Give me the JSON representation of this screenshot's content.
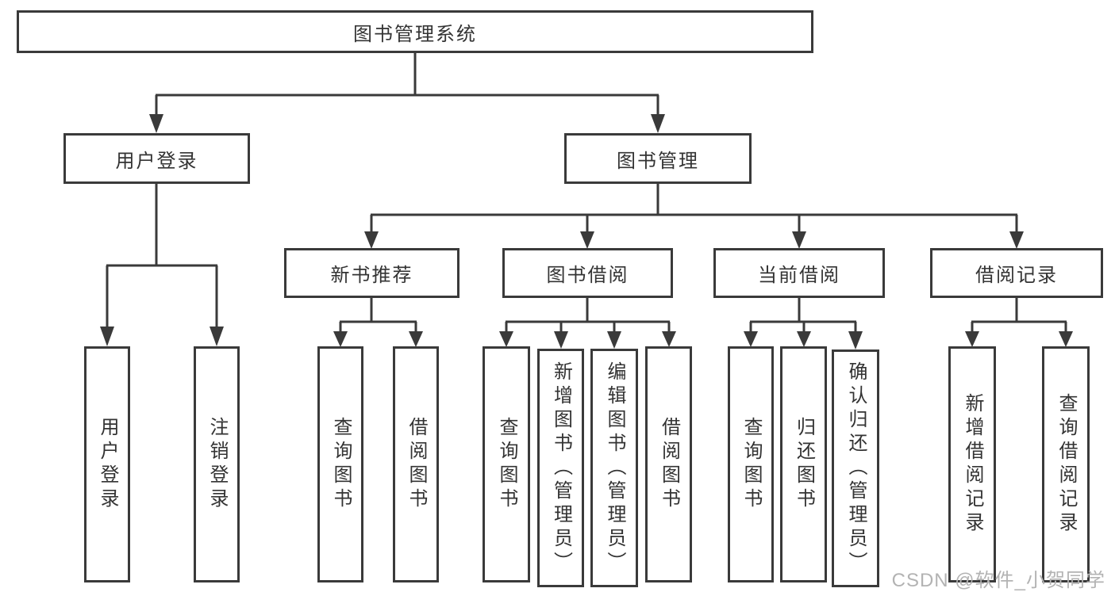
{
  "colors": {
    "line": "#3a3a3a",
    "text": "#333333",
    "watermark": "#b3b3b3",
    "background": "#ffffff"
  },
  "watermark": {
    "text": "CSDN @软件_小贺同学"
  },
  "diagram": {
    "root": {
      "label": "图书管理系统"
    },
    "level2": [
      {
        "label": "用户登录"
      },
      {
        "label": "图书管理"
      }
    ],
    "level3": [
      {
        "label": "新书推荐"
      },
      {
        "label": "图书借阅"
      },
      {
        "label": "当前借阅"
      },
      {
        "label": "借阅记录"
      }
    ],
    "leaves": {
      "user_login": [
        {
          "label": "用户登录"
        },
        {
          "label": "注销登录"
        }
      ],
      "new_book": [
        {
          "label": "查询图书"
        },
        {
          "label": "借阅图书"
        }
      ],
      "book_borrow": [
        {
          "label": "查询图书"
        },
        {
          "label": "新增图书（管理员）"
        },
        {
          "label": "编辑图书（管理员）"
        },
        {
          "label": "借阅图书"
        }
      ],
      "current_borrow": [
        {
          "label": "查询图书"
        },
        {
          "label": "归还图书"
        },
        {
          "label": "确认归还（管理员）"
        }
      ],
      "borrow_records": [
        {
          "label": "新增借阅记录"
        },
        {
          "label": "查询借阅记录"
        }
      ]
    }
  }
}
